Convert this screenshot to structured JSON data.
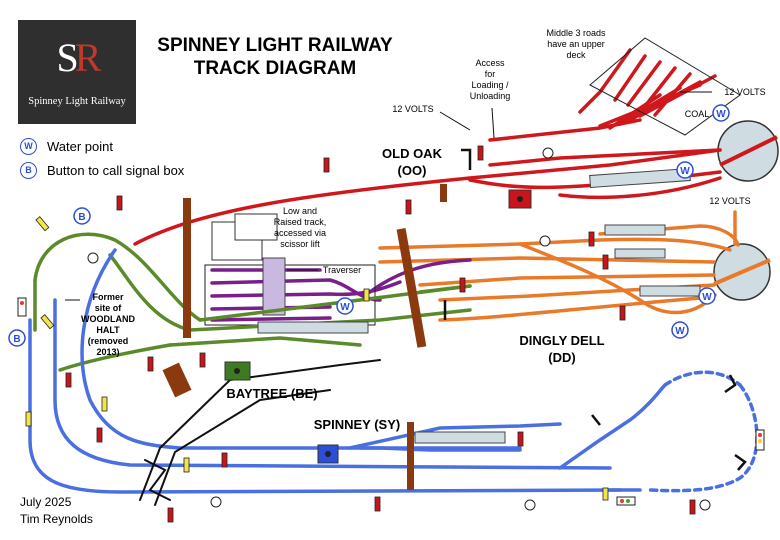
{
  "logo": {
    "mark_s": "S",
    "mark_r": "R",
    "text": "Spinney Light Railway"
  },
  "title": {
    "line1": "SPINNEY LIGHT RAILWAY",
    "line2": "TRACK DIAGRAM"
  },
  "legend": {
    "water": {
      "symbol": "W",
      "label": "Water point"
    },
    "button": {
      "symbol": "B",
      "label": "Button to call signal box"
    }
  },
  "stations": {
    "old_oak": {
      "name": "OLD OAK",
      "code": "(OO)"
    },
    "dingly_dell": {
      "name": "DINGLY DELL",
      "code": "(DD)"
    },
    "baytree": {
      "name": "BAYTREE (BE)"
    },
    "spinney": {
      "name": "SPINNEY (SY)"
    }
  },
  "annotations": {
    "middle_roads": [
      "Middle 3 roads",
      "have an upper",
      "deck"
    ],
    "access": [
      "Access",
      "for",
      "Loading /",
      "Unloading"
    ],
    "volts_left": "12 VOLTS",
    "volts_top_right": "12 VOLTS",
    "volts_dd": "12 VOLTS",
    "coal": "COAL",
    "raised_track": [
      "Low and",
      "Raised track,",
      "accessed via",
      "scissor lift"
    ],
    "traverser": "Traverser",
    "woodland": [
      "Former",
      "site of",
      "WOODLAND",
      "HALT",
      "(removed",
      "2013)"
    ]
  },
  "footer": {
    "date": "July 2025",
    "author": "Tim Reynolds"
  },
  "colors": {
    "red_line": "#d0181c",
    "orange_line": "#e87a2a",
    "purple_line": "#7a1e8c",
    "green_line": "#5a8a2a",
    "blue_line": "#4a6fe0",
    "black_line": "#111111",
    "bridge": "#8b3a0f",
    "platform": "#cfdce2",
    "water_badge": "#2b4fd6"
  }
}
